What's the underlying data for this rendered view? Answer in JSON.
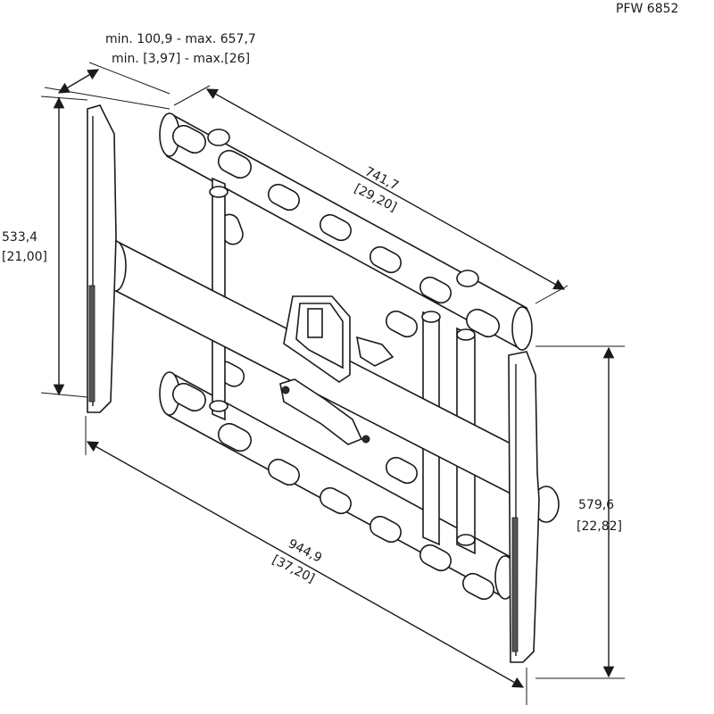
{
  "model": "PFW 6852",
  "dimensions": {
    "depth": {
      "line1": "min. 100,9 - max. 657,7",
      "line2": "min. [3,97] - max.[26]"
    },
    "width_arm": {
      "mm": "741,7",
      "in": "[29,20]"
    },
    "height_left": {
      "mm": "533,4",
      "in": "[21,00]"
    },
    "height_right": {
      "mm": "579,6",
      "in": "[22,82]"
    },
    "width_total": {
      "mm": "944,9",
      "in": "[37,20]"
    }
  },
  "colors": {
    "line": "#1a1a1a",
    "background": "#ffffff"
  }
}
